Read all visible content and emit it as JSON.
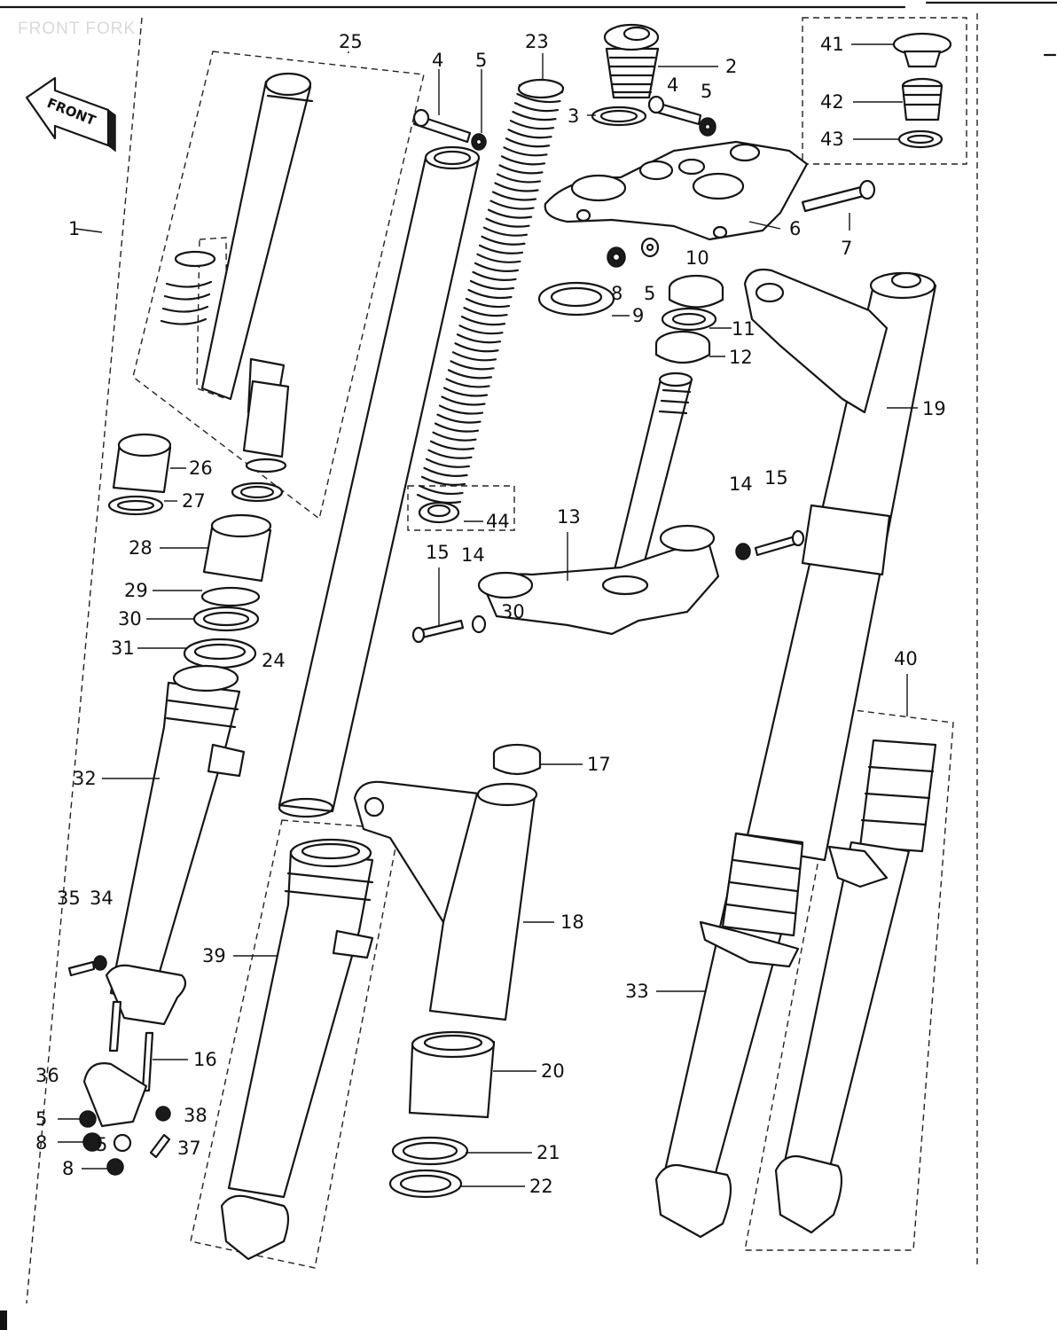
{
  "title": "FRONT FORK",
  "front_marker": "FRONT",
  "labels": [
    {
      "id": "1",
      "text": "1"
    },
    {
      "id": "2",
      "text": "2"
    },
    {
      "id": "3",
      "text": "3"
    },
    {
      "id": "4a",
      "text": "4"
    },
    {
      "id": "4b",
      "text": "4"
    },
    {
      "id": "5a",
      "text": "5"
    },
    {
      "id": "5b",
      "text": "5"
    },
    {
      "id": "5c",
      "text": "5"
    },
    {
      "id": "5d",
      "text": "5"
    },
    {
      "id": "5e",
      "text": "5"
    },
    {
      "id": "6",
      "text": "6"
    },
    {
      "id": "7",
      "text": "7"
    },
    {
      "id": "8a",
      "text": "8"
    },
    {
      "id": "8b",
      "text": "8"
    },
    {
      "id": "8c",
      "text": "8"
    },
    {
      "id": "9",
      "text": "9"
    },
    {
      "id": "10",
      "text": "10"
    },
    {
      "id": "11",
      "text": "11"
    },
    {
      "id": "12",
      "text": "12"
    },
    {
      "id": "13",
      "text": "13"
    },
    {
      "id": "14a",
      "text": "14"
    },
    {
      "id": "14b",
      "text": "14"
    },
    {
      "id": "15a",
      "text": "15"
    },
    {
      "id": "15b",
      "text": "15"
    },
    {
      "id": "16",
      "text": "16"
    },
    {
      "id": "17",
      "text": "17"
    },
    {
      "id": "18",
      "text": "18"
    },
    {
      "id": "19",
      "text": "19"
    },
    {
      "id": "20",
      "text": "20"
    },
    {
      "id": "21",
      "text": "21"
    },
    {
      "id": "22",
      "text": "22"
    },
    {
      "id": "23",
      "text": "23"
    },
    {
      "id": "24",
      "text": "24"
    },
    {
      "id": "25",
      "text": "25"
    },
    {
      "id": "26",
      "text": "26"
    },
    {
      "id": "27",
      "text": "27"
    },
    {
      "id": "28",
      "text": "28"
    },
    {
      "id": "29",
      "text": "29"
    },
    {
      "id": "30a",
      "text": "30"
    },
    {
      "id": "30b",
      "text": "30"
    },
    {
      "id": "31",
      "text": "31"
    },
    {
      "id": "32",
      "text": "32"
    },
    {
      "id": "33",
      "text": "33"
    },
    {
      "id": "34",
      "text": "34"
    },
    {
      "id": "35",
      "text": "35"
    },
    {
      "id": "36",
      "text": "36"
    },
    {
      "id": "37",
      "text": "37"
    },
    {
      "id": "38",
      "text": "38"
    },
    {
      "id": "39",
      "text": "39"
    },
    {
      "id": "40",
      "text": "40"
    },
    {
      "id": "41",
      "text": "41"
    },
    {
      "id": "42",
      "text": "42"
    },
    {
      "id": "43",
      "text": "43"
    },
    {
      "id": "44",
      "text": "44"
    }
  ]
}
